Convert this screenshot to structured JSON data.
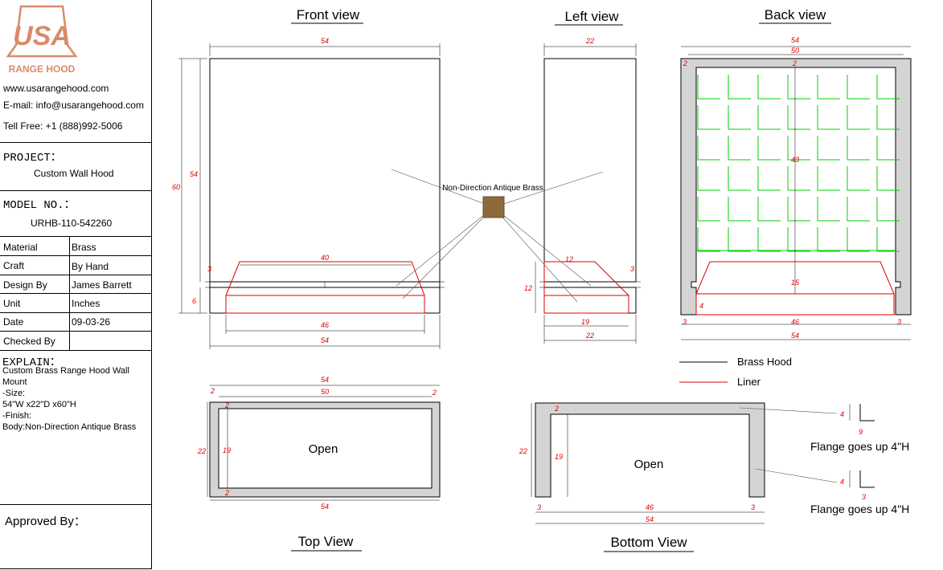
{
  "company": {
    "logo_text": "USA",
    "logo_sub": "RANGE HOOD",
    "website": "www.usarangehood.com",
    "email": "E-mail: info@usarangehood.com",
    "phone": "Tell Free: +1 (888)992-5006"
  },
  "project": {
    "label": "PROJECT：",
    "value": "Custom Wall Hood"
  },
  "model": {
    "label": "MODEL NO.：",
    "value": "URHB-110-542260"
  },
  "specs": [
    {
      "label": "Material",
      "value": "Brass"
    },
    {
      "label": "Craft",
      "value": "By Hand"
    },
    {
      "label": "Design By",
      "value": "James Barrett"
    },
    {
      "label": "Unit",
      "value": "Inches"
    },
    {
      "label": "Date",
      "value": "09-03-26"
    },
    {
      "label": "Checked By",
      "value": ""
    }
  ],
  "explain": {
    "label": "EXPLAIN：",
    "lines": [
      "Custom Brass Range Hood Wall",
      "Mount",
      "-Size:",
      "54\"W x22\"D x60\"H",
      "-Finish:",
      "Body:Non-Direction Antique Brass"
    ]
  },
  "approved": "Approved By：",
  "views": {
    "front": "Front view",
    "left": "Left view",
    "back": "Back view",
    "top": "Top View",
    "bottom": "Bottom View"
  },
  "finish_callout": "Non-Direction Antique Brass",
  "legend": {
    "brass": "Brass Hood",
    "liner": "Liner"
  },
  "open_label": "Open",
  "flange_note": "Flange goes up 4\"H",
  "colors": {
    "brass_line": "#000000",
    "liner_line": "#e00000",
    "grid_line": "#00d000",
    "panel_fill": "#d4d4d4",
    "swatch": "#8c6a3c",
    "logo": "#d98a6a"
  },
  "dims": {
    "front_width": "54",
    "front_height": "60",
    "front_body_height": "54",
    "front_liner_top": "40",
    "front_liner_bottom": "46",
    "front_band": "6",
    "front_gap": "3",
    "left_depth": "22",
    "left_liner_top": "12",
    "left_liner_height": "12",
    "left_liner_bottom": "19",
    "left_gap": "3",
    "back_width": "54",
    "back_inner": "50",
    "back_edge": "2",
    "back_height": "43",
    "back_liner": "15",
    "back_side": "3",
    "back_inner_bottom": "46",
    "back_small": "4",
    "top_width": "54",
    "top_inner": "50",
    "top_depth": "22",
    "top_inner_depth": "19",
    "top_wall": "2",
    "bottom_depth": "22",
    "bottom_inner_depth": "19",
    "bottom_wall": "2",
    "bottom_side": "3",
    "bottom_inner": "46",
    "bottom_width": "54",
    "flange_h": "4",
    "flange_w": "9"
  }
}
